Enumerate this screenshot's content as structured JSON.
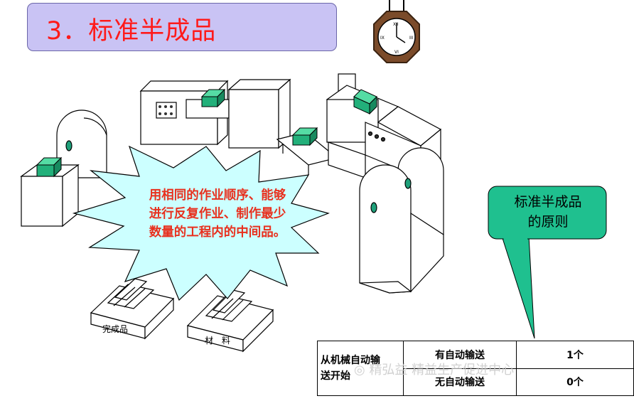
{
  "title": "3．标准半成品",
  "star_text": [
    "用相同的作业顺序、能够",
    "进行反复作业、制作最少",
    "数量的工程内的中间品。"
  ],
  "trays": {
    "finished_label": "完成品",
    "material_label": "材　料"
  },
  "callout": {
    "line1": "标准半成品",
    "line2": "的原则"
  },
  "table": {
    "row_header": "从机械自动输送开始",
    "row_header_line1": "从机械自动输",
    "row_header_line2": "送开始",
    "auto_label": "有自动输送",
    "auto_value": "1个",
    "no_auto_label": "无自动输送",
    "no_auto_value": "0个"
  },
  "watermark": "精弘益 精益生产促进中心",
  "colors": {
    "title_bg": "#c9c3f4",
    "title_text": "#ff1a1a",
    "star_fill": "#ccffff",
    "star_text": "#e8301e",
    "callout_fill": "#1fc08f",
    "box_green": "#22b07a"
  }
}
